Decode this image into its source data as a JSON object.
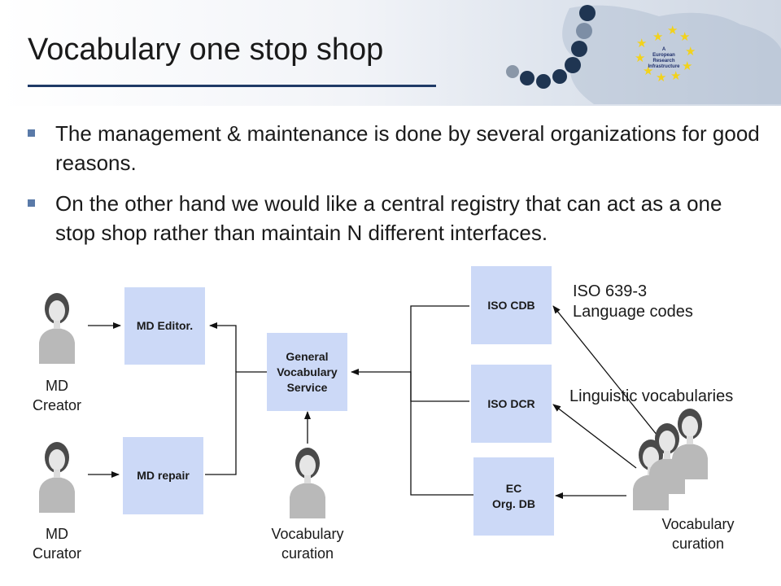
{
  "slide": {
    "title": "Vocabulary one stop shop",
    "bullets": [
      "The management & maintenance is done by several organizations for good reasons.",
      "On the other hand we would like a central registry that can act as a one stop shop rather than maintain N different interfaces."
    ]
  },
  "logo": {
    "text": "A European Research Infrastructure",
    "icon": "eu-stars-logo"
  },
  "diagram": {
    "boxes": {
      "md_editor": "MD Editor.",
      "md_repair": "MD repair",
      "general_vocabulary_service": "General\nVocabulary\nService",
      "iso_cdb": "ISO CDB",
      "iso_dcr": "ISO DCR",
      "ec_org_db": "EC\nOrg. DB"
    },
    "captions": {
      "md_creator": "MD\nCreator",
      "md_curator": "MD\nCurator",
      "vocabulary_curation_center": "Vocabulary\ncuration",
      "vocabulary_curation_right": "Vocabulary\ncuration"
    },
    "labels": {
      "iso_639_3": "ISO 639-3\nLanguage codes",
      "linguistic_vocabularies": "Linguistic vocabularies"
    }
  },
  "colors": {
    "box_fill": "#ccd9f7",
    "title_rule": "#1f3a66",
    "bullet_marker": "#5a7aa8"
  }
}
